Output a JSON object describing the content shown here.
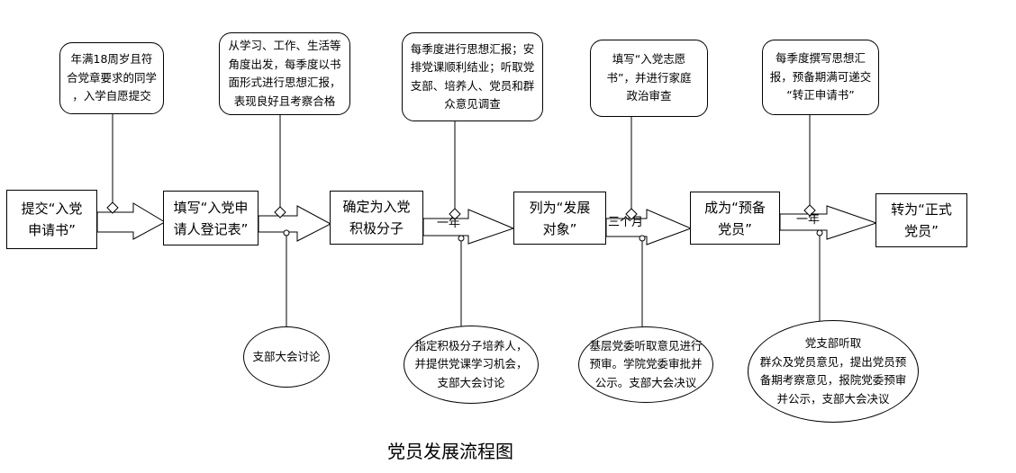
{
  "stages": [
    "提交“入党\n申请书”",
    "填写“入党申\n请人登记表”",
    "确定为入党\n积极分子",
    "列为“发展\n对象”",
    "成为“预备\n党员”",
    "转为“正式\n党员”"
  ],
  "requirements": [
    "年满18周岁且符\n合党章要求的同学\n，入学自愿提交",
    "从学习、工作、生活等\n角度出发，每季度以书\n面形式进行思想汇报，\n表现良好且考察合格",
    "每季度进行思想汇报；安\n排党课顺利结业；听取党\n支部、培养人、党员和群\n众意见调查",
    "填写“入党志愿\n书”，并进行家庭\n政治审查",
    "每季度撰写思想汇\n报，预备期满可递交\n“转正申请书”"
  ],
  "procedures": [
    "支部大会讨论",
    "指定积极分子培养人，\n并提供党课学习机会，\n支部大会讨论",
    "基层党委听取意见进行\n预审。学院党委审批并\n公示。支部大会决议",
    "党支部听取\n群众及党员意见，提出党员预\n备期考察意见，报院党委预审\n并公示，支部大会决议"
  ],
  "durations": [
    "一年",
    "三个月",
    "一年"
  ],
  "caption": "党员发展流程图"
}
